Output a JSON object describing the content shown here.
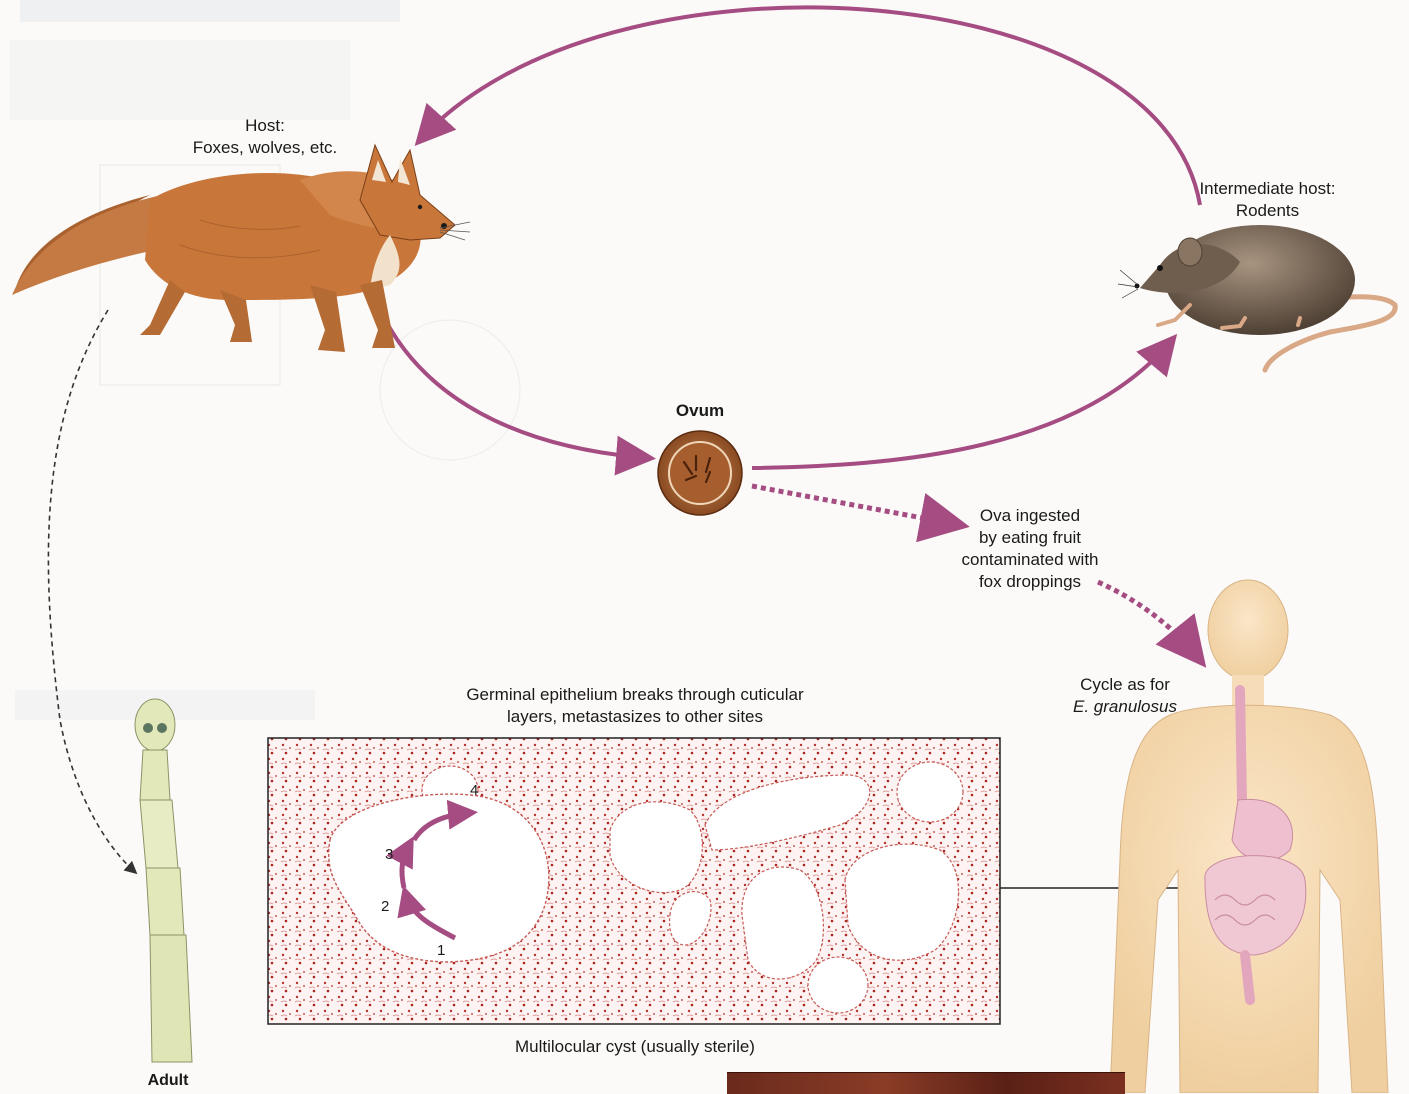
{
  "labels": {
    "host_line1": "Host:",
    "host_line2": "Foxes, wolves, etc.",
    "intermediate_line1": "Intermediate host:",
    "intermediate_line2": "Rodents",
    "ovum": "Ovum",
    "ingested_line1": "Ova ingested",
    "ingested_line2": "by eating fruit",
    "ingested_line3": "contaminated with",
    "ingested_line4": "fox droppings",
    "cycle_line1": "Cycle as for",
    "cycle_line2": "E. granulosus",
    "germinal_line1": "Germinal epithelium breaks through cuticular",
    "germinal_line2": "layers, metastasizes to other sites",
    "cyst_caption": "Multilocular cyst (usually sterile)",
    "adult": "Adult"
  },
  "steps": [
    "1",
    "2",
    "3",
    "4"
  ],
  "colors": {
    "cycle_arrow": "#a54d82",
    "fox": "#c9763a",
    "rodent": "#6f5e4e",
    "ovum": "#b2632e",
    "tissue": "#b8332f",
    "human_body": "#f6dcb8",
    "worm": "#e2e8b9"
  }
}
